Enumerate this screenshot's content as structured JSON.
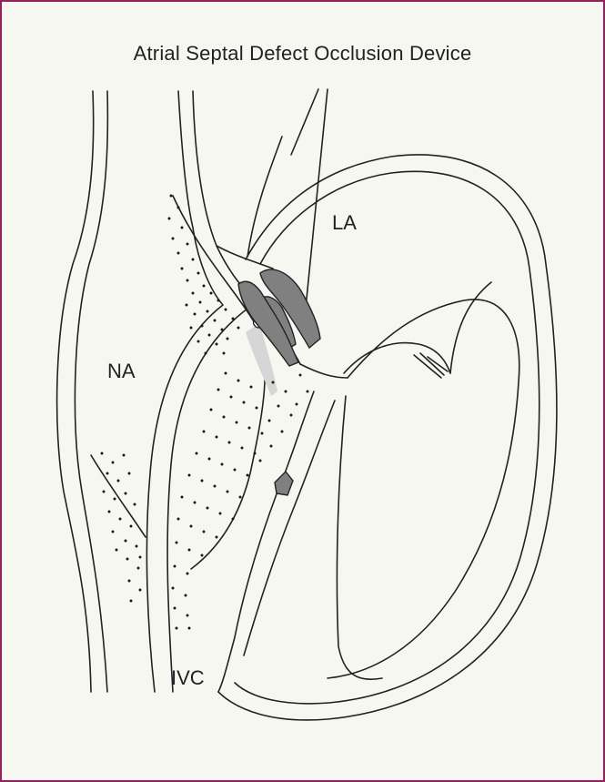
{
  "title": "Atrial Septal Defect Occlusion Device",
  "labels": {
    "la": "LA",
    "na": "NA",
    "ivc": "IVC"
  },
  "colors": {
    "frame": "#9c1c5c",
    "background": "#f7f7f2",
    "line": "#222222",
    "device_fill": "#808080",
    "sheath_fill": "#d6d6d6"
  }
}
